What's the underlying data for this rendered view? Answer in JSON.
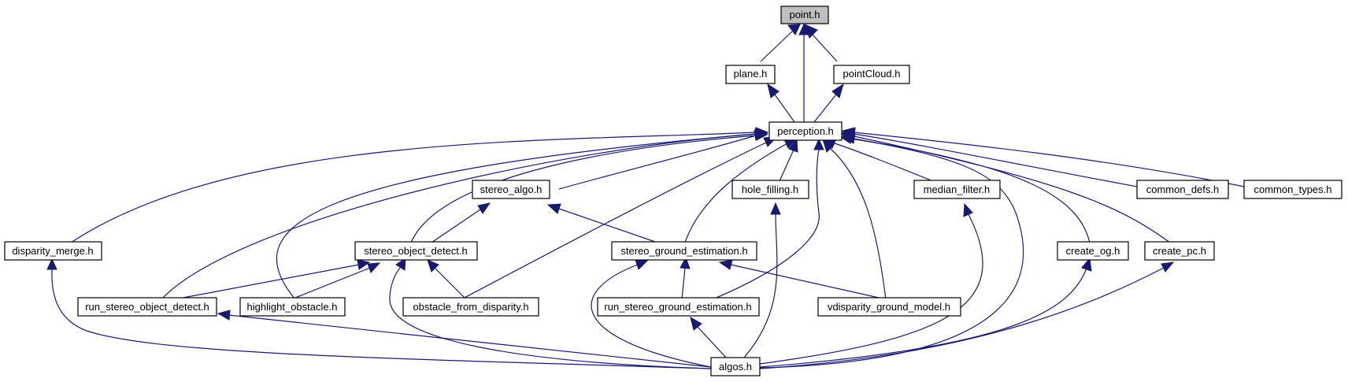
{
  "colors": {
    "edge": "#191970",
    "root_fill": "#bfbfbf",
    "node_fill": "#ffffff",
    "border": "#000000"
  },
  "nodes": {
    "point": "point.h",
    "plane": "plane.h",
    "pointCloud": "pointCloud.h",
    "perception": "perception.h",
    "disparity_merge": "disparity_merge.h",
    "stereo_algo": "stereo_algo.h",
    "hole_filling": "hole_filling.h",
    "median_filter": "median_filter.h",
    "common_defs": "common_defs.h",
    "common_types": "common_types.h",
    "stereo_object_detect": "stereo_object_detect.h",
    "stereo_ground_estimation": "stereo_ground_estimation.h",
    "create_og": "create_og.h",
    "create_pc": "create_pc.h",
    "run_stereo_object_detect": "run_stereo_object_detect.h",
    "highlight_obstacle": "highlight_obstacle.h",
    "obstacle_from_disparity": "obstacle_from_disparity.h",
    "run_stereo_ground_estimation": "run_stereo_ground_estimation.h",
    "vdisparity_ground_model": "vdisparity_ground_model.h",
    "algos": "algos.h"
  }
}
